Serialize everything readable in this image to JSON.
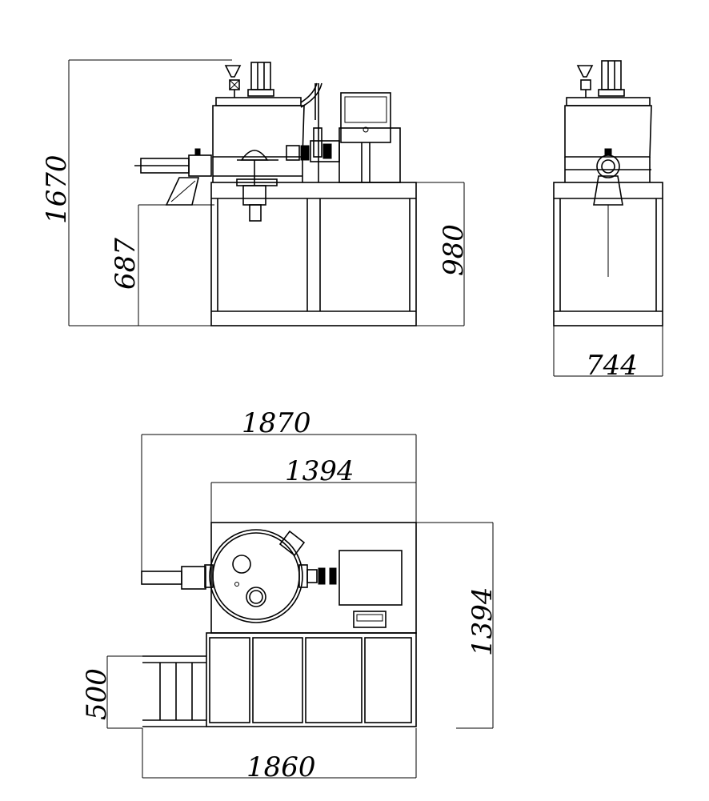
{
  "drawing": {
    "front_view": {
      "height_total": "1670",
      "platform_height": "687",
      "frame_height": "980"
    },
    "side_view": {
      "width": "744"
    },
    "top_view": {
      "overall_length": "1870",
      "frame_length": "1394",
      "frame_depth": "1394",
      "platform_depth": "500",
      "platform_length": "1860"
    }
  }
}
